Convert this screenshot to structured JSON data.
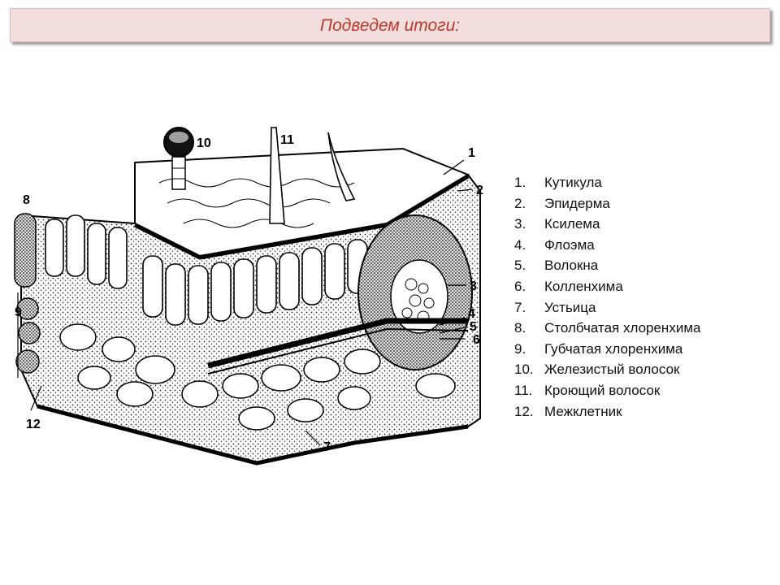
{
  "title": "Подведем итоги:",
  "figure": {
    "callouts": [
      "1",
      "2",
      "3",
      "4",
      "5",
      "6",
      "7",
      "8",
      "9",
      "10",
      "11",
      "12"
    ]
  },
  "legend": [
    {
      "num": "1.",
      "label": "Кутикула"
    },
    {
      "num": "2.",
      "label": "Эпидерма"
    },
    {
      "num": "3.",
      "label": "Ксилема"
    },
    {
      "num": "4.",
      "label": "Флоэма"
    },
    {
      "num": "5.",
      "label": "Волокна"
    },
    {
      "num": "6.",
      "label": "Колленхима"
    },
    {
      "num": "7.",
      "label": "Устьица"
    },
    {
      "num": "8.",
      "label": "Столбчатая хлоренхима"
    },
    {
      "num": "9.",
      "label": "Губчатая хлоренхима"
    },
    {
      "num": "10.",
      "label": "Железистый волосок"
    },
    {
      "num": "11.",
      "label": "Кроющий волосок"
    },
    {
      "num": "12.",
      "label": "Межклетник"
    }
  ]
}
